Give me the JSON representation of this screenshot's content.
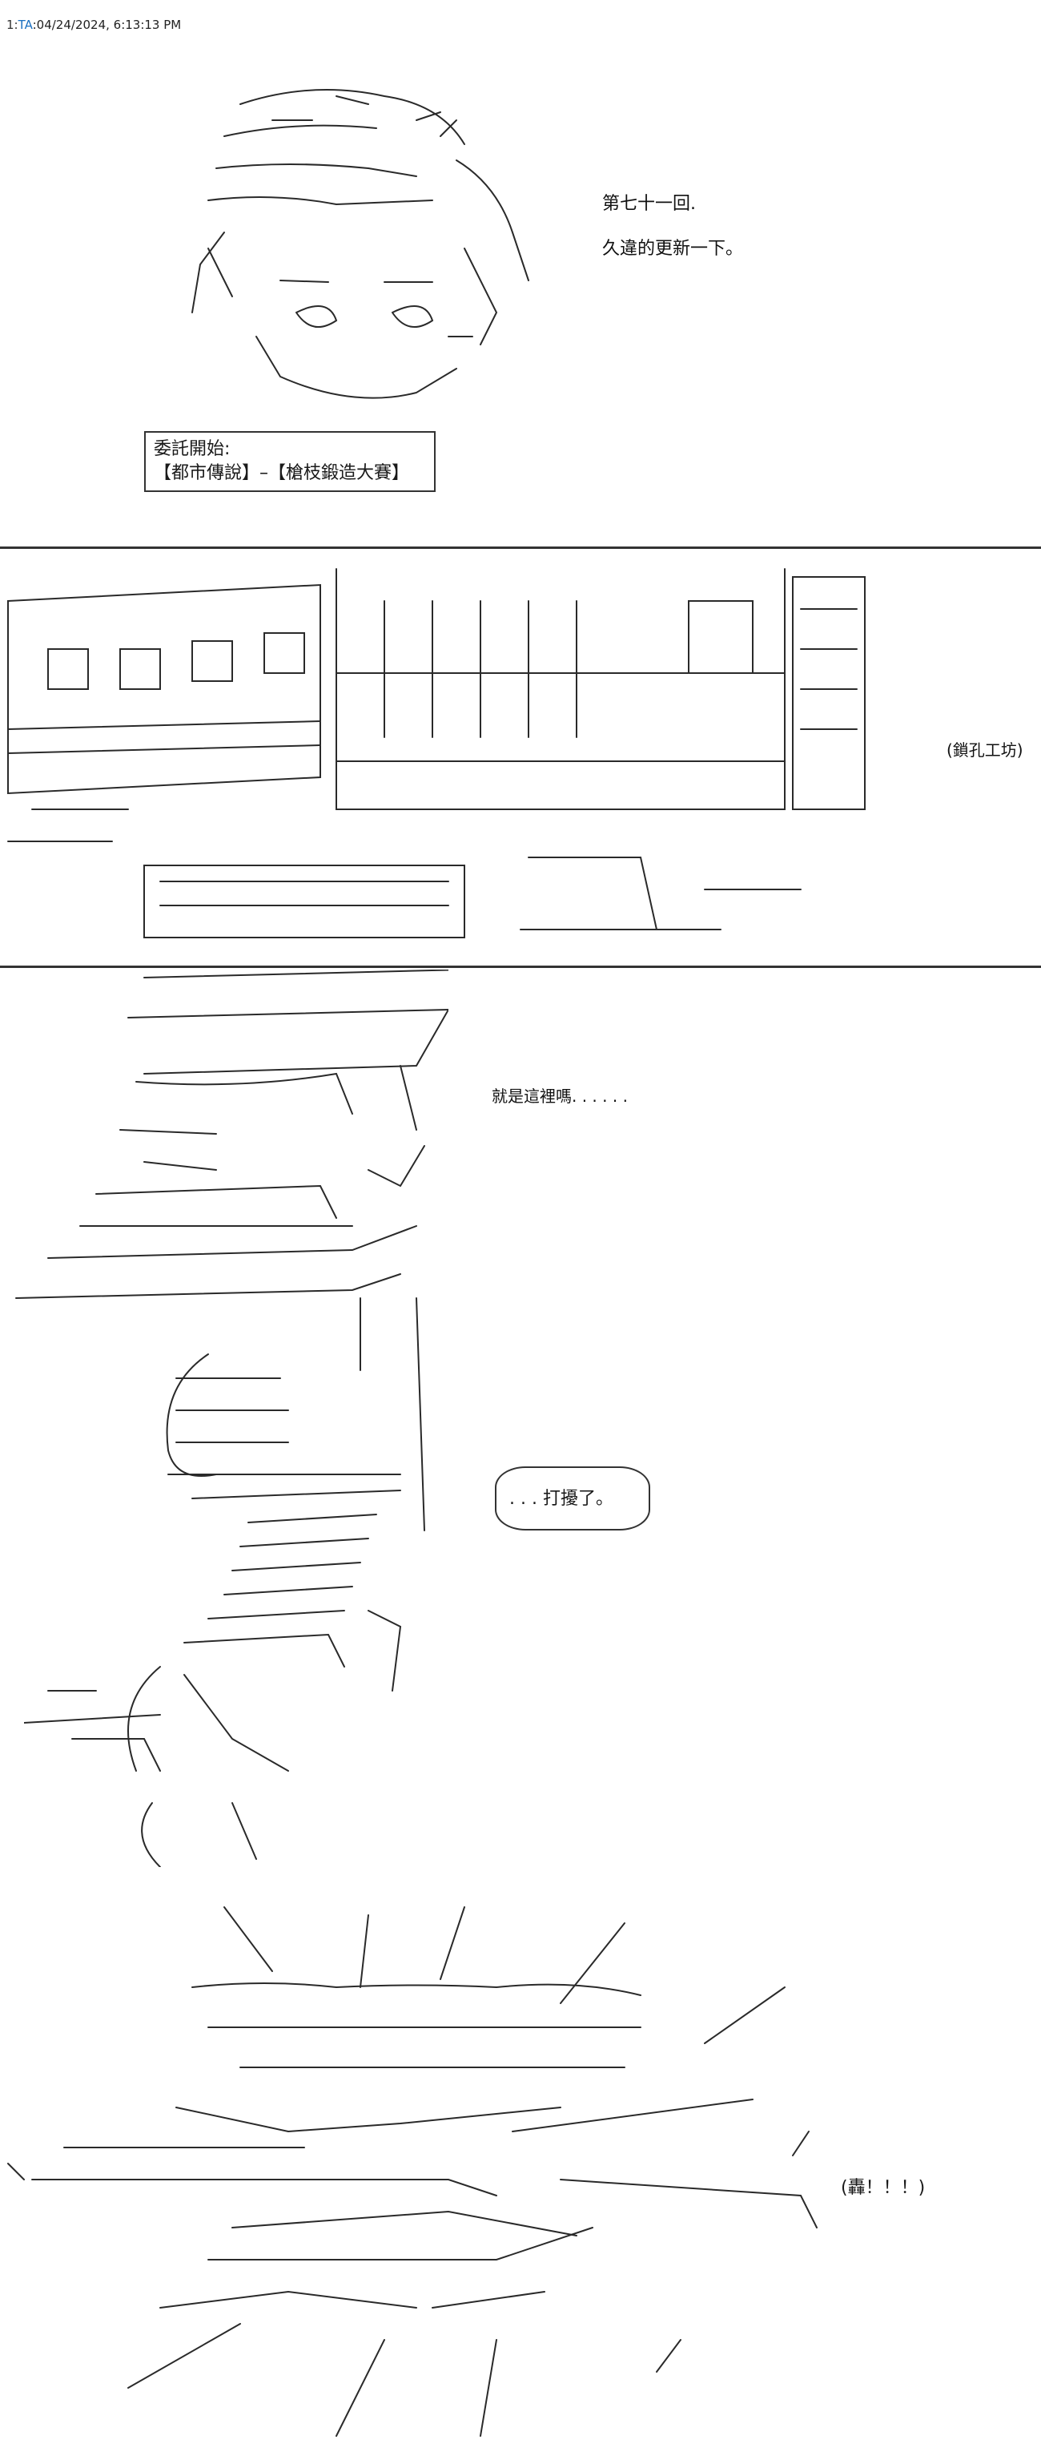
{
  "header": {
    "post_number": "1:",
    "poster_id": "TA",
    "timestamp": ":04/24/2024, 6:13:13 PM"
  },
  "chapter": {
    "title": "第七十一回.",
    "subtitle": "久違的更新一下。"
  },
  "commission": {
    "line1": "委託開始:",
    "line2": "【都市傳說】–【槍枝鍛造大賽】"
  },
  "scene": {
    "shop_label": "(鎖孔工坊)",
    "dialogue_1": "就是這裡嗎. . . . . .",
    "dialogue_2": ". . . 打擾了。",
    "sfx": "(轟！！！)"
  }
}
